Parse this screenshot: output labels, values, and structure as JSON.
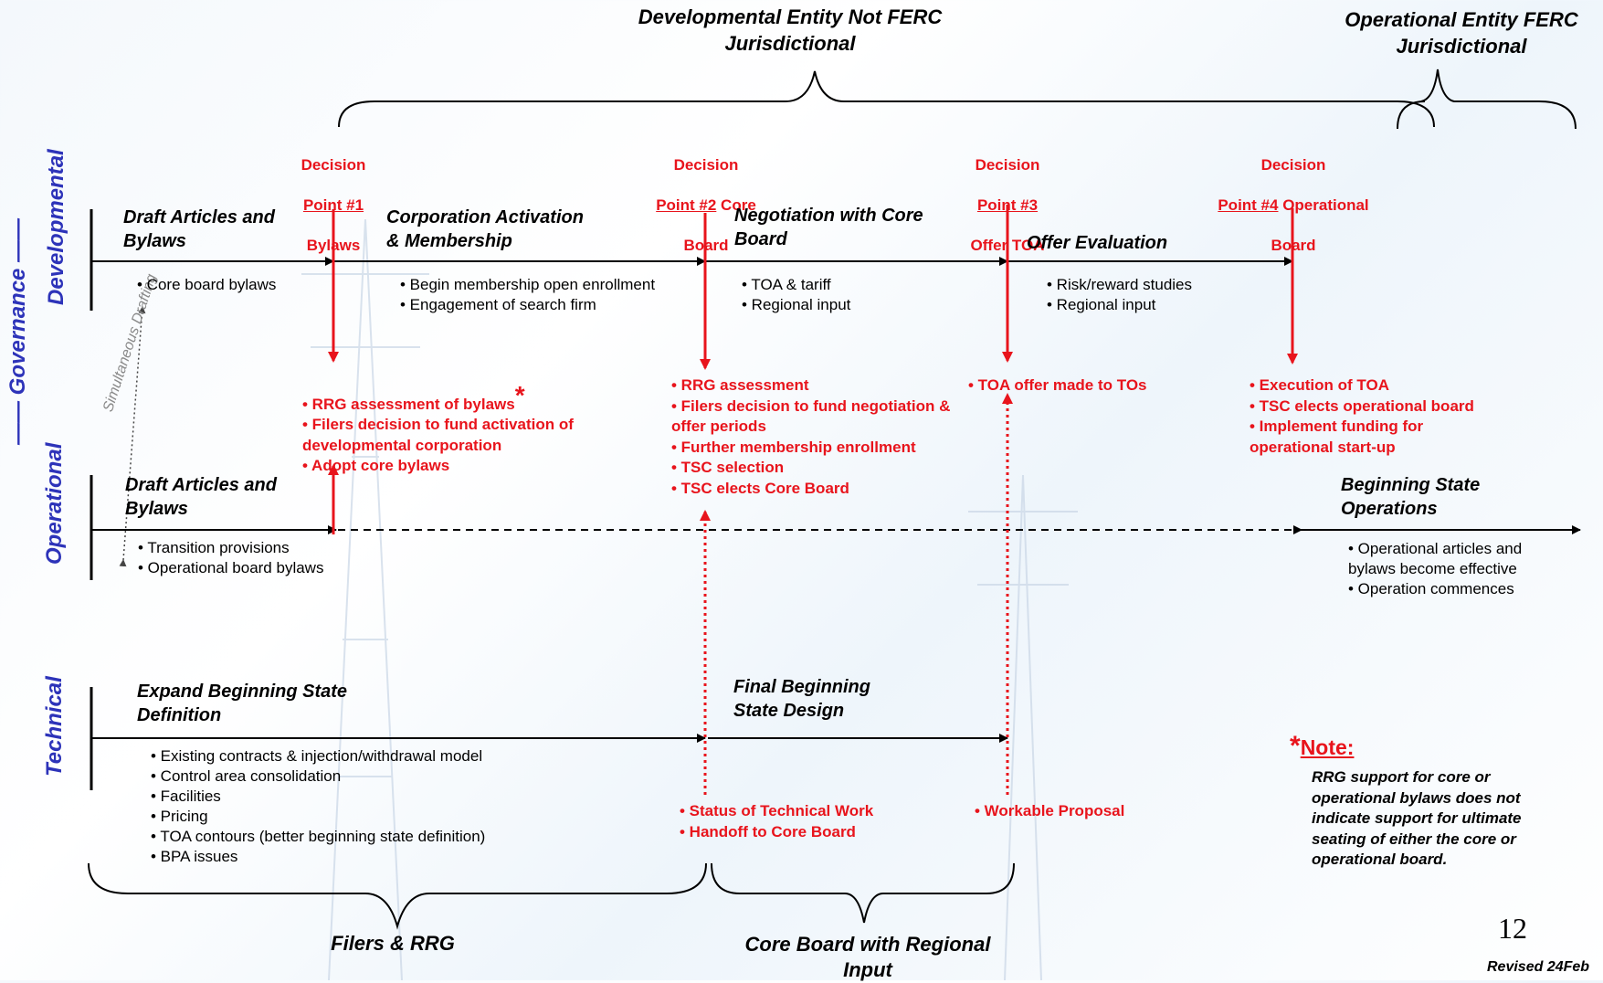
{
  "headers": {
    "developmental_entity": "Developmental Entity Not FERC\nJurisdictional",
    "operational_entity": "Operational Entity FERC\nJurisdictional",
    "filers_rrg": "Filers & RRG",
    "core_board_regional": "Core Board with Regional\nInput"
  },
  "side_labels": {
    "governance": "—— Governance ——",
    "developmental": "Developmental",
    "operational": "Operational",
    "technical": "Technical",
    "simultaneous": "Simultaneous\nDrafting"
  },
  "decision_points": [
    {
      "line1": "Decision",
      "underlined": "Point #1",
      "rest": "",
      "line3": "Bylaws"
    },
    {
      "line1": "Decision",
      "underlined": "Point #2",
      "rest": " Core",
      "line3": "Board"
    },
    {
      "line1": "Decision",
      "underlined": "Point #3",
      "rest": "",
      "line3": "Offer TOA"
    },
    {
      "line1": "Decision",
      "underlined": "Point #4",
      "rest": " Operational",
      "line3": "Board"
    }
  ],
  "developmental": {
    "phase1_title": "Draft Articles and\nBylaws",
    "phase1_bullets": "• Core board bylaws",
    "phase2_title": "Corporation Activation\n& Membership",
    "phase2_bullets": "• Begin membership open enrollment\n• Engagement of search firm",
    "phase3_title": "Negotiation with Core\nBoard",
    "phase3_bullets": "• TOA & tariff\n• Regional input",
    "phase4_title": "Offer Evaluation",
    "phase4_bullets": "• Risk/reward studies\n• Regional input"
  },
  "outcomes": {
    "dp1_first": "• RRG assessment of bylaws",
    "dp1_star": "*",
    "dp1_rest": "• Filers decision to fund activation of\n   developmental corporation\n• Adopt core bylaws",
    "dp2": "• RRG assessment\n• Filers decision to fund negotiation &\n   offer periods\n• Further membership enrollment\n• TSC selection\n• TSC elects Core Board",
    "dp3": "• TOA offer made to TOs",
    "dp4": "• Execution of TOA\n• TSC elects operational board\n• Implement funding for\n   operational start-up"
  },
  "operational": {
    "phase1_title": "Draft Articles and\nBylaws",
    "phase1_bullets": "• Transition provisions\n• Operational board bylaws",
    "phase2_title": "Beginning State\nOperations",
    "phase2_bullets": "• Operational articles and\n   bylaws become effective\n• Operation commences"
  },
  "technical": {
    "phase1_title": "Expand Beginning State\nDefinition",
    "phase1_bullets": "• Existing contracts & injection/withdrawal model\n• Control area consolidation\n• Facilities\n• Pricing\n• TOA contours (better beginning state definition)\n• BPA issues",
    "phase2_title": "Final Beginning\nState Design",
    "deliverable1": "• Status of Technical Work\n• Handoff to Core Board",
    "deliverable2": "• Workable Proposal"
  },
  "note": {
    "star": "*",
    "title": "Note:",
    "body": "RRG support for core or\noperational bylaws does not\nindicate support for ultimate\nseating of either the core or\noperational board."
  },
  "page_number": "12",
  "revised": "Revised 24Feb",
  "colors": {
    "red": "#e8141c",
    "blue": "#2d33b9",
    "black": "#000000"
  }
}
